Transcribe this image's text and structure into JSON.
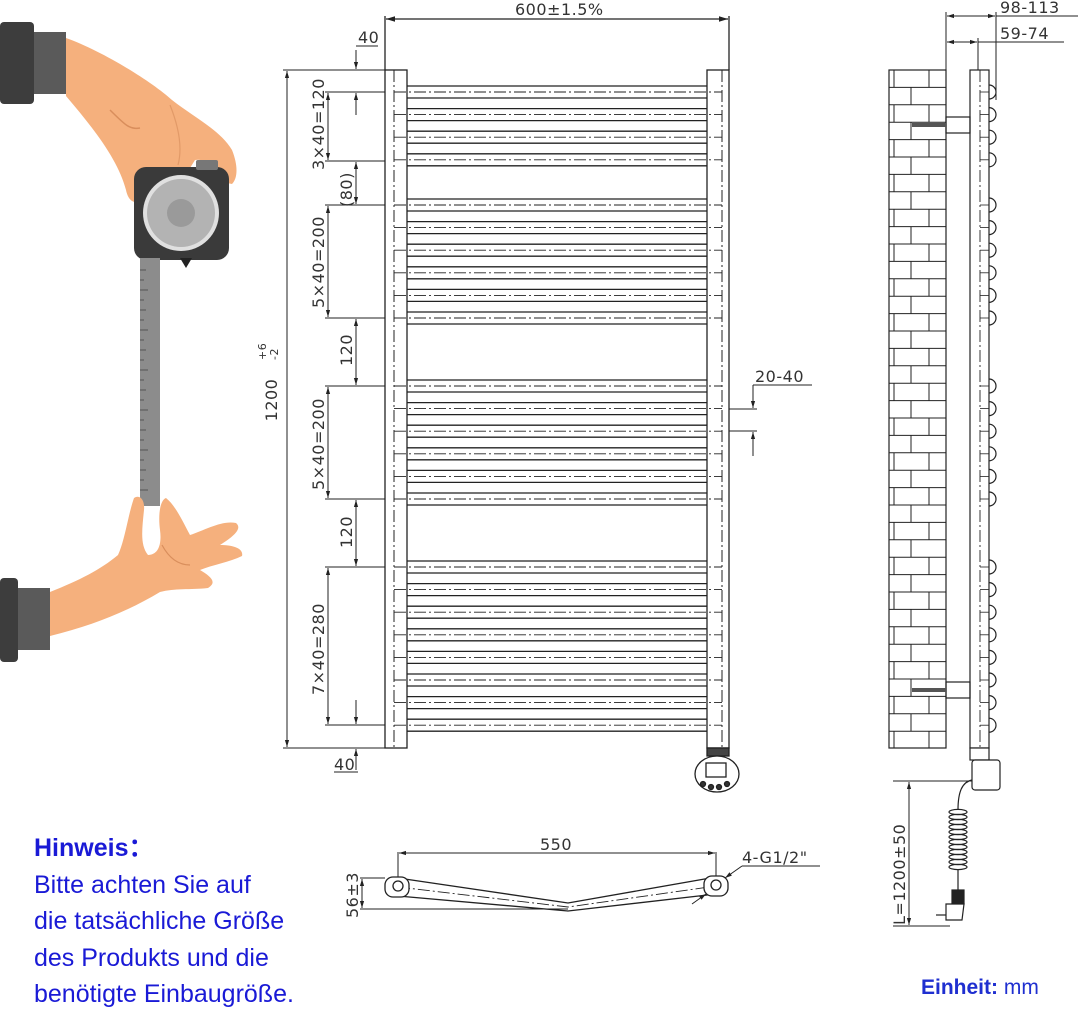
{
  "front_view": {
    "width_label": "600±1.5%",
    "height_label": "1200",
    "height_tol_upper": "+6",
    "height_tol_lower": "-2",
    "top_offset_label": "40",
    "bottom_offset_label": "40",
    "groups": [
      {
        "label": "3×40=120",
        "bars": 4
      },
      {
        "label": "(80)"
      },
      {
        "label": "5×40=200",
        "bars": 6
      },
      {
        "label": "120"
      },
      {
        "label": "5×40=200",
        "bars": 6
      },
      {
        "label": "120"
      },
      {
        "label": "7×40=280",
        "bars": 8
      }
    ],
    "wall_gap_label": "20-40"
  },
  "side_view": {
    "depth_outer_label": "98-113",
    "depth_inner_label": "59-74",
    "cable_length_label": "L=1200±50"
  },
  "top_view": {
    "span_label": "550",
    "offset_label": "56±3",
    "connection_label": "4-G1/2\""
  },
  "note": {
    "title": "Hinweis",
    "colon": "：",
    "lines": [
      "Bitte achten Sie auf",
      "die tatsächliche Größe",
      "des Produkts und die",
      "benötigte Einbaugröße."
    ]
  },
  "unit": {
    "label": "Einheit:",
    "value": "mm"
  },
  "colors": {
    "note_blue": "#1a1ad6",
    "skin": "#f5b07d",
    "sleeve": "#4a4a4a",
    "tape": "#8c8c8c",
    "line": "#222222"
  }
}
